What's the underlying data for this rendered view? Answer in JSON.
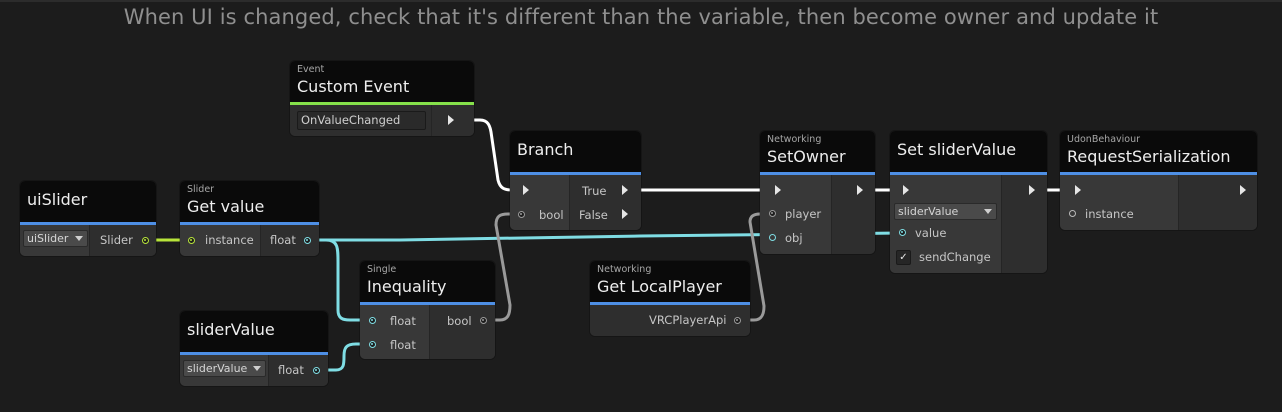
{
  "group_title": "When UI is changed, check that it's different than the variable, then become owner and update it",
  "colors": {
    "background": "#1c1c1c",
    "header_accent_blue": "#4e8fe5",
    "header_accent_green": "#86e14b",
    "wire_flow": "#ffffff",
    "wire_float": "#7fdde4",
    "wire_slider": "#b7e43a",
    "wire_bool": "#9a9a9a"
  },
  "nodes": {
    "ui_slider": {
      "title": "uiSlider",
      "dropdown": "uiSlider",
      "output": "Slider"
    },
    "get_value": {
      "category": "Slider",
      "title": "Get value",
      "input": "instance",
      "output": "float"
    },
    "slider_value": {
      "title": "sliderValue",
      "dropdown": "sliderValue",
      "output": "float"
    },
    "custom_event": {
      "category": "Event",
      "title": "Custom Event",
      "event_name": "OnValueChanged"
    },
    "inequality": {
      "category": "Single",
      "title": "Inequality",
      "inputs": [
        "float",
        "float"
      ],
      "output": "bool"
    },
    "branch": {
      "title": "Branch",
      "input": "bool",
      "outputs": [
        "True",
        "False"
      ]
    },
    "get_local_player": {
      "category": "Networking",
      "title": "Get LocalPlayer",
      "output": "VRCPlayerApi"
    },
    "set_owner": {
      "category": "Networking",
      "title": "SetOwner",
      "inputs": [
        "player",
        "obj"
      ]
    },
    "set_slider_value": {
      "title": "Set sliderValue",
      "dropdown": "sliderValue",
      "inputs": [
        "value",
        "sendChange"
      ],
      "send_change_checked": true
    },
    "request_serialization": {
      "category": "UdonBehaviour",
      "title": "RequestSerialization",
      "input": "instance"
    }
  }
}
